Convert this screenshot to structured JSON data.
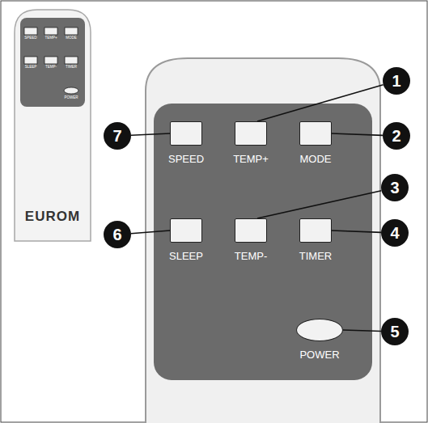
{
  "diagram": {
    "nodes": [
      {
        "text": [
          "SPEED"
        ]
      },
      {
        "text": [
          "TEMP+"
        ]
      },
      {
        "text": [
          "MODE"
        ]
      },
      {
        "text": [
          "SLEEP"
        ]
      },
      {
        "text": [
          "TEMP-"
        ]
      },
      {
        "text": [
          "TIMER"
        ]
      },
      {
        "text": [
          "POWER"
        ]
      },
      {
        "text": [
          "1"
        ]
      },
      {
        "text": [
          "2"
        ]
      },
      {
        "text": [
          "3"
        ]
      },
      {
        "text": [
          "4"
        ]
      },
      {
        "text": [
          "5"
        ]
      },
      {
        "text": [
          "6"
        ]
      },
      {
        "text": [
          "7"
        ]
      }
    ],
    "edges": [
      {
        "from": 7,
        "to": 1,
        "arrow": "none"
      },
      {
        "from": 8,
        "to": 2,
        "arrow": "none"
      },
      {
        "from": 9,
        "to": 4,
        "arrow": "none"
      },
      {
        "from": 10,
        "to": 5,
        "arrow": "none"
      },
      {
        "from": 11,
        "to": 6,
        "arrow": "none"
      },
      {
        "from": 12,
        "to": 3,
        "arrow": "none"
      },
      {
        "from": 13,
        "to": 0,
        "arrow": "none"
      }
    ],
    "labels": [
      "SPEED",
      "TEMP+",
      "MODE",
      "SLEEP",
      "TEMP-",
      "TIMER",
      "POWER",
      "EUROM"
    ]
  }
}
